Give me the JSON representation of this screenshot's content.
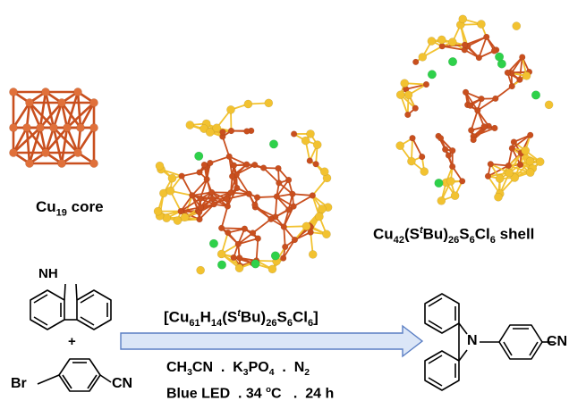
{
  "labels": {
    "core": {
      "prefix": "Cu",
      "sub": "19",
      "suffix": " core"
    },
    "shell": {
      "parts": [
        {
          "t": "Cu",
          "k": "n"
        },
        {
          "t": "42",
          "k": "sub"
        },
        {
          "t": "(S",
          "k": "n"
        },
        {
          "t": "t",
          "k": "sup-i"
        },
        {
          "t": "Bu)",
          "k": "n"
        },
        {
          "t": "26",
          "k": "sub"
        },
        {
          "t": "S",
          "k": "n"
        },
        {
          "t": "6",
          "k": "sub"
        },
        {
          "t": "Cl",
          "k": "n"
        },
        {
          "t": "6",
          "k": "sub"
        },
        {
          "t": " shell",
          "k": "n"
        }
      ]
    }
  },
  "reaction": {
    "catalyst": {
      "parts": [
        {
          "t": "[Cu",
          "k": "n"
        },
        {
          "t": "61",
          "k": "sub"
        },
        {
          "t": "H",
          "k": "n"
        },
        {
          "t": "14",
          "k": "sub"
        },
        {
          "t": "(S",
          "k": "n"
        },
        {
          "t": "t",
          "k": "sup-i"
        },
        {
          "t": "Bu)",
          "k": "n"
        },
        {
          "t": "26",
          "k": "sub"
        },
        {
          "t": "S",
          "k": "n"
        },
        {
          "t": "6",
          "k": "sub"
        },
        {
          "t": "Cl",
          "k": "n"
        },
        {
          "t": "6",
          "k": "sub"
        },
        {
          "t": "]",
          "k": "n"
        }
      ]
    },
    "conditions1": {
      "parts": [
        {
          "t": "CH",
          "k": "n"
        },
        {
          "t": "3",
          "k": "sub"
        },
        {
          "t": "CN  .  K",
          "k": "n"
        },
        {
          "t": "3",
          "k": "sub"
        },
        {
          "t": "PO",
          "k": "n"
        },
        {
          "t": "4",
          "k": "sub"
        },
        {
          "t": "  .  N",
          "k": "n"
        },
        {
          "t": "2",
          "k": "sub"
        }
      ]
    },
    "conditions2": {
      "parts": [
        {
          "t": "Blue LED  . 34 ",
          "k": "n"
        },
        {
          "t": "o",
          "k": "sup"
        },
        {
          "t": "C   .  24 h",
          "k": "n"
        }
      ]
    }
  },
  "molecules": {
    "carbazole_nh": "NH",
    "plus": "+",
    "bromo": "Br",
    "cn_reactant": "CN",
    "product_n": "N",
    "cn_product": "CN"
  },
  "colors": {
    "copper": "#c94f1e",
    "copper_light": "#e0703a",
    "sulfur": "#f2c230",
    "chlorine": "#2ed14a",
    "arrow_fill": "#dbe6f7",
    "arrow_stroke": "#5b7fc4"
  }
}
